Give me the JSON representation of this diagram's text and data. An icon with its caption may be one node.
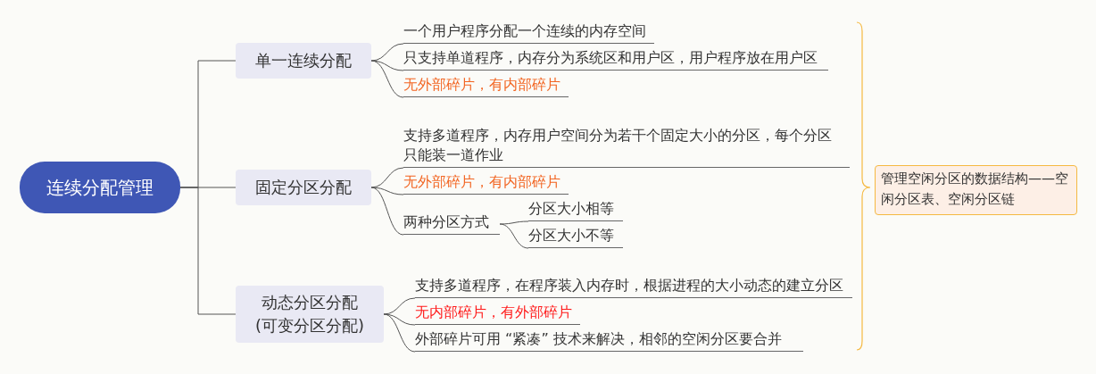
{
  "diagram": {
    "nodes": [
      {
        "text": [
          "连续分配管理"
        ]
      },
      {
        "text": [
          "单一连续分配"
        ]
      },
      {
        "text": [
          "一个用户程序分配一个连续的内存空间"
        ]
      },
      {
        "text": [
          "只支持单道程序，内存分为系统区和用户区，用户程序放在用户区"
        ]
      },
      {
        "text": [
          "无外部碎片，有内部碎片"
        ]
      },
      {
        "text": [
          "固定分区分配"
        ]
      },
      {
        "text": [
          "支持多道程序，内存用户空间分为若干个固定大小的分区，每个分区只能装一道作业"
        ]
      },
      {
        "text": [
          "无外部碎片，有内部碎片"
        ]
      },
      {
        "text": [
          "两种分区方式"
        ]
      },
      {
        "text": [
          "分区大小相等"
        ]
      },
      {
        "text": [
          "分区大小不等"
        ]
      },
      {
        "text": [
          "动态分区分配",
          "(可变分区分配)"
        ]
      },
      {
        "text": [
          "支持多道程序，在程序装入内存时，根据进程的大小动态的建立分区"
        ]
      },
      {
        "text": [
          "无内部碎片，有外部碎片"
        ]
      },
      {
        "text": [
          "外部碎片可用 “紧凑” 技术来解决，相邻的空闲分区要合并"
        ]
      },
      {
        "text": [
          "管理空闲分区的数据结构——空闲分区表、空闲分区链"
        ]
      }
    ],
    "edges": [
      {
        "from": 0,
        "to": 1,
        "arrow": "none"
      },
      {
        "from": 0,
        "to": 5,
        "arrow": "none"
      },
      {
        "from": 0,
        "to": 11,
        "arrow": "none"
      },
      {
        "from": 1,
        "to": 2,
        "arrow": "none"
      },
      {
        "from": 1,
        "to": 3,
        "arrow": "none"
      },
      {
        "from": 1,
        "to": 4,
        "arrow": "none"
      },
      {
        "from": 5,
        "to": 6,
        "arrow": "none"
      },
      {
        "from": 5,
        "to": 7,
        "arrow": "none"
      },
      {
        "from": 5,
        "to": 8,
        "arrow": "none"
      },
      {
        "from": 8,
        "to": 9,
        "arrow": "none"
      },
      {
        "from": 8,
        "to": 10,
        "arrow": "none"
      },
      {
        "from": 11,
        "to": 12,
        "arrow": "none"
      },
      {
        "from": 11,
        "to": 13,
        "arrow": "none"
      },
      {
        "from": 11,
        "to": 14,
        "arrow": "none"
      }
    ]
  }
}
